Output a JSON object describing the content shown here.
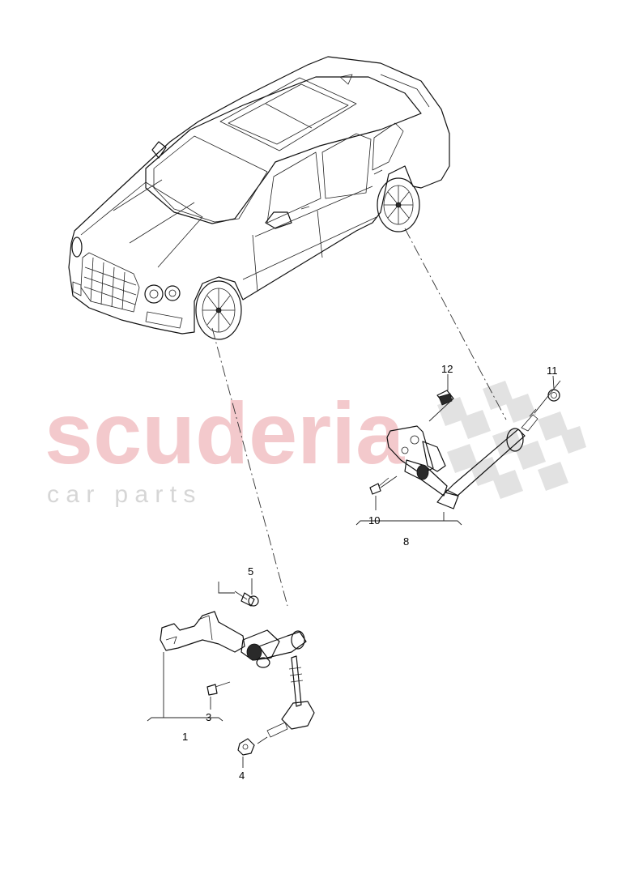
{
  "watermark": {
    "brand": "scuderia",
    "tagline": "c a r   p a r t s",
    "brand_color": "#f3c9cc",
    "tagline_color": "#d6d6d6"
  },
  "callouts": {
    "p1": "1",
    "p3": "3",
    "p4": "4",
    "p5": "5",
    "p8": "8",
    "p10": "10",
    "p11": "11",
    "p12": "12"
  },
  "icons": [
    "bentley-suv-illustration",
    "ride-height-sensor-front",
    "ride-height-sensor-rear",
    "screw-icon",
    "nut-icon"
  ]
}
